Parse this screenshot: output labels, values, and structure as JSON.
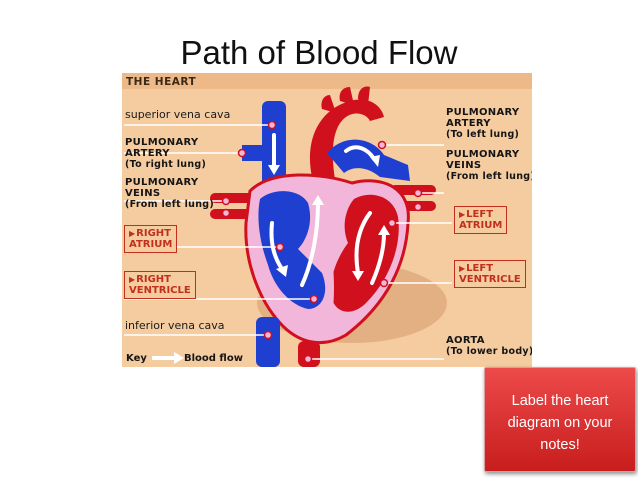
{
  "slide": {
    "title": "Path of Blood Flow"
  },
  "diagram": {
    "header": "THE HEART",
    "labels_left": {
      "superior_vena_cava": "superior vena cava",
      "pulmonary_artery": [
        "PULMONARY",
        "ARTERY",
        "(To right lung)"
      ],
      "pulmonary_veins": [
        "PULMONARY",
        "VEINS",
        "(From left lung)"
      ],
      "right_atrium": [
        "RIGHT",
        "ATRIUM"
      ],
      "right_ventricle": [
        "RIGHT",
        "VENTRICLE"
      ],
      "inferior_vena_cava": "inferior vena cava"
    },
    "labels_right": {
      "pulmonary_artery": [
        "PULMONARY",
        "ARTERY",
        "(To left lung)"
      ],
      "pulmonary_veins": [
        "PULMONARY",
        "VEINS",
        "(From left lung)"
      ],
      "left_atrium": [
        "LEFT",
        "ATRIUM"
      ],
      "left_ventricle": [
        "LEFT",
        "VENTRICLE"
      ],
      "aorta": [
        "AORTA",
        "(To lower body)"
      ]
    },
    "key": {
      "label": "Key",
      "flow_label": "Blood flow"
    },
    "colors": {
      "background": "#f5cca0",
      "oxygen_poor": "#1f3fd0",
      "oxygen_rich": "#d0101c",
      "heart_wall": "#f2b6da",
      "label_red": "#c0301c"
    }
  },
  "callout": {
    "text_lines": [
      "Label the heart",
      "diagram on your",
      "notes!"
    ],
    "color": "#e03030"
  }
}
